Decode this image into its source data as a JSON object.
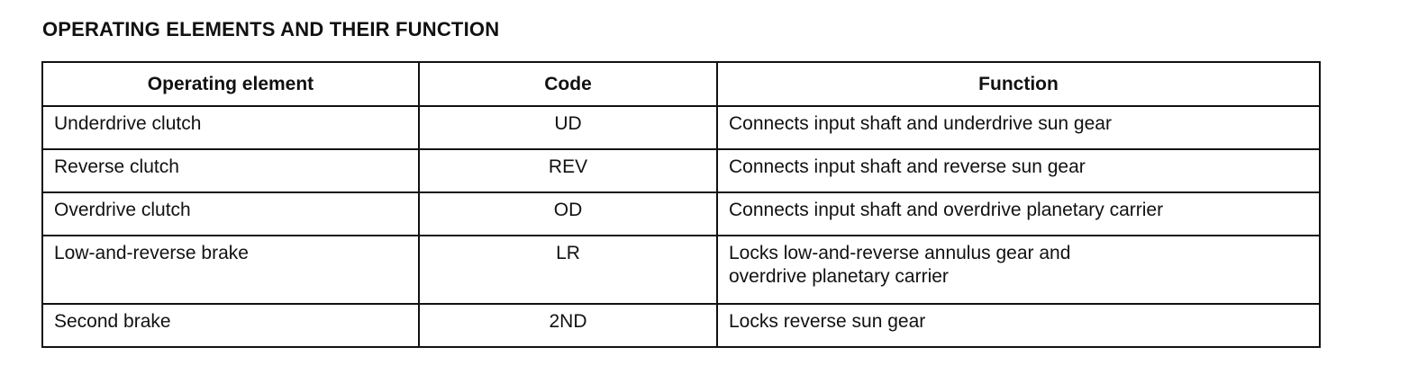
{
  "title": "OPERATING ELEMENTS AND THEIR FUNCTION",
  "table": {
    "headers": {
      "element": "Operating element",
      "code": "Code",
      "function": "Function"
    },
    "rows": [
      {
        "element": "Underdrive clutch",
        "code": "UD",
        "function_line1": "Connects input shaft and underdrive sun gear",
        "function_line2": ""
      },
      {
        "element": "Reverse clutch",
        "code": "REV",
        "function_line1": "Connects input shaft and reverse sun gear",
        "function_line2": ""
      },
      {
        "element": "Overdrive clutch",
        "code": "OD",
        "function_line1": "Connects input shaft and overdrive planetary carrier",
        "function_line2": ""
      },
      {
        "element": "Low-and-reverse brake",
        "code": "LR",
        "function_line1": "Locks low-and-reverse annulus gear and",
        "function_line2": "overdrive planetary carrier"
      },
      {
        "element": "Second brake",
        "code": "2ND",
        "function_line1": "Locks reverse sun gear",
        "function_line2": ""
      }
    ]
  }
}
